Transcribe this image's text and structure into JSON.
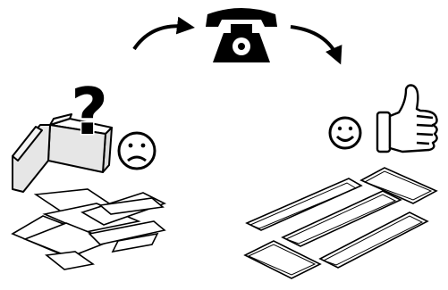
{
  "illustration": {
    "left_panel": {
      "question_glyph": "?",
      "mood_icon": "sad-face-icon",
      "box_icon": "open-box-icon",
      "pieces_state": "scattered"
    },
    "center": {
      "icon": "telephone-icon",
      "arrows": [
        "curved-arrow-left",
        "curved-arrow-right"
      ]
    },
    "right_panel": {
      "mood_icon": "smiley-face-icon",
      "gesture_icon": "thumbs-up-icon",
      "pieces_state": "neatly-arranged"
    },
    "colors": {
      "ink": "#000000",
      "fill": "#ffffff",
      "box_fill": "#e6e6e6"
    }
  }
}
